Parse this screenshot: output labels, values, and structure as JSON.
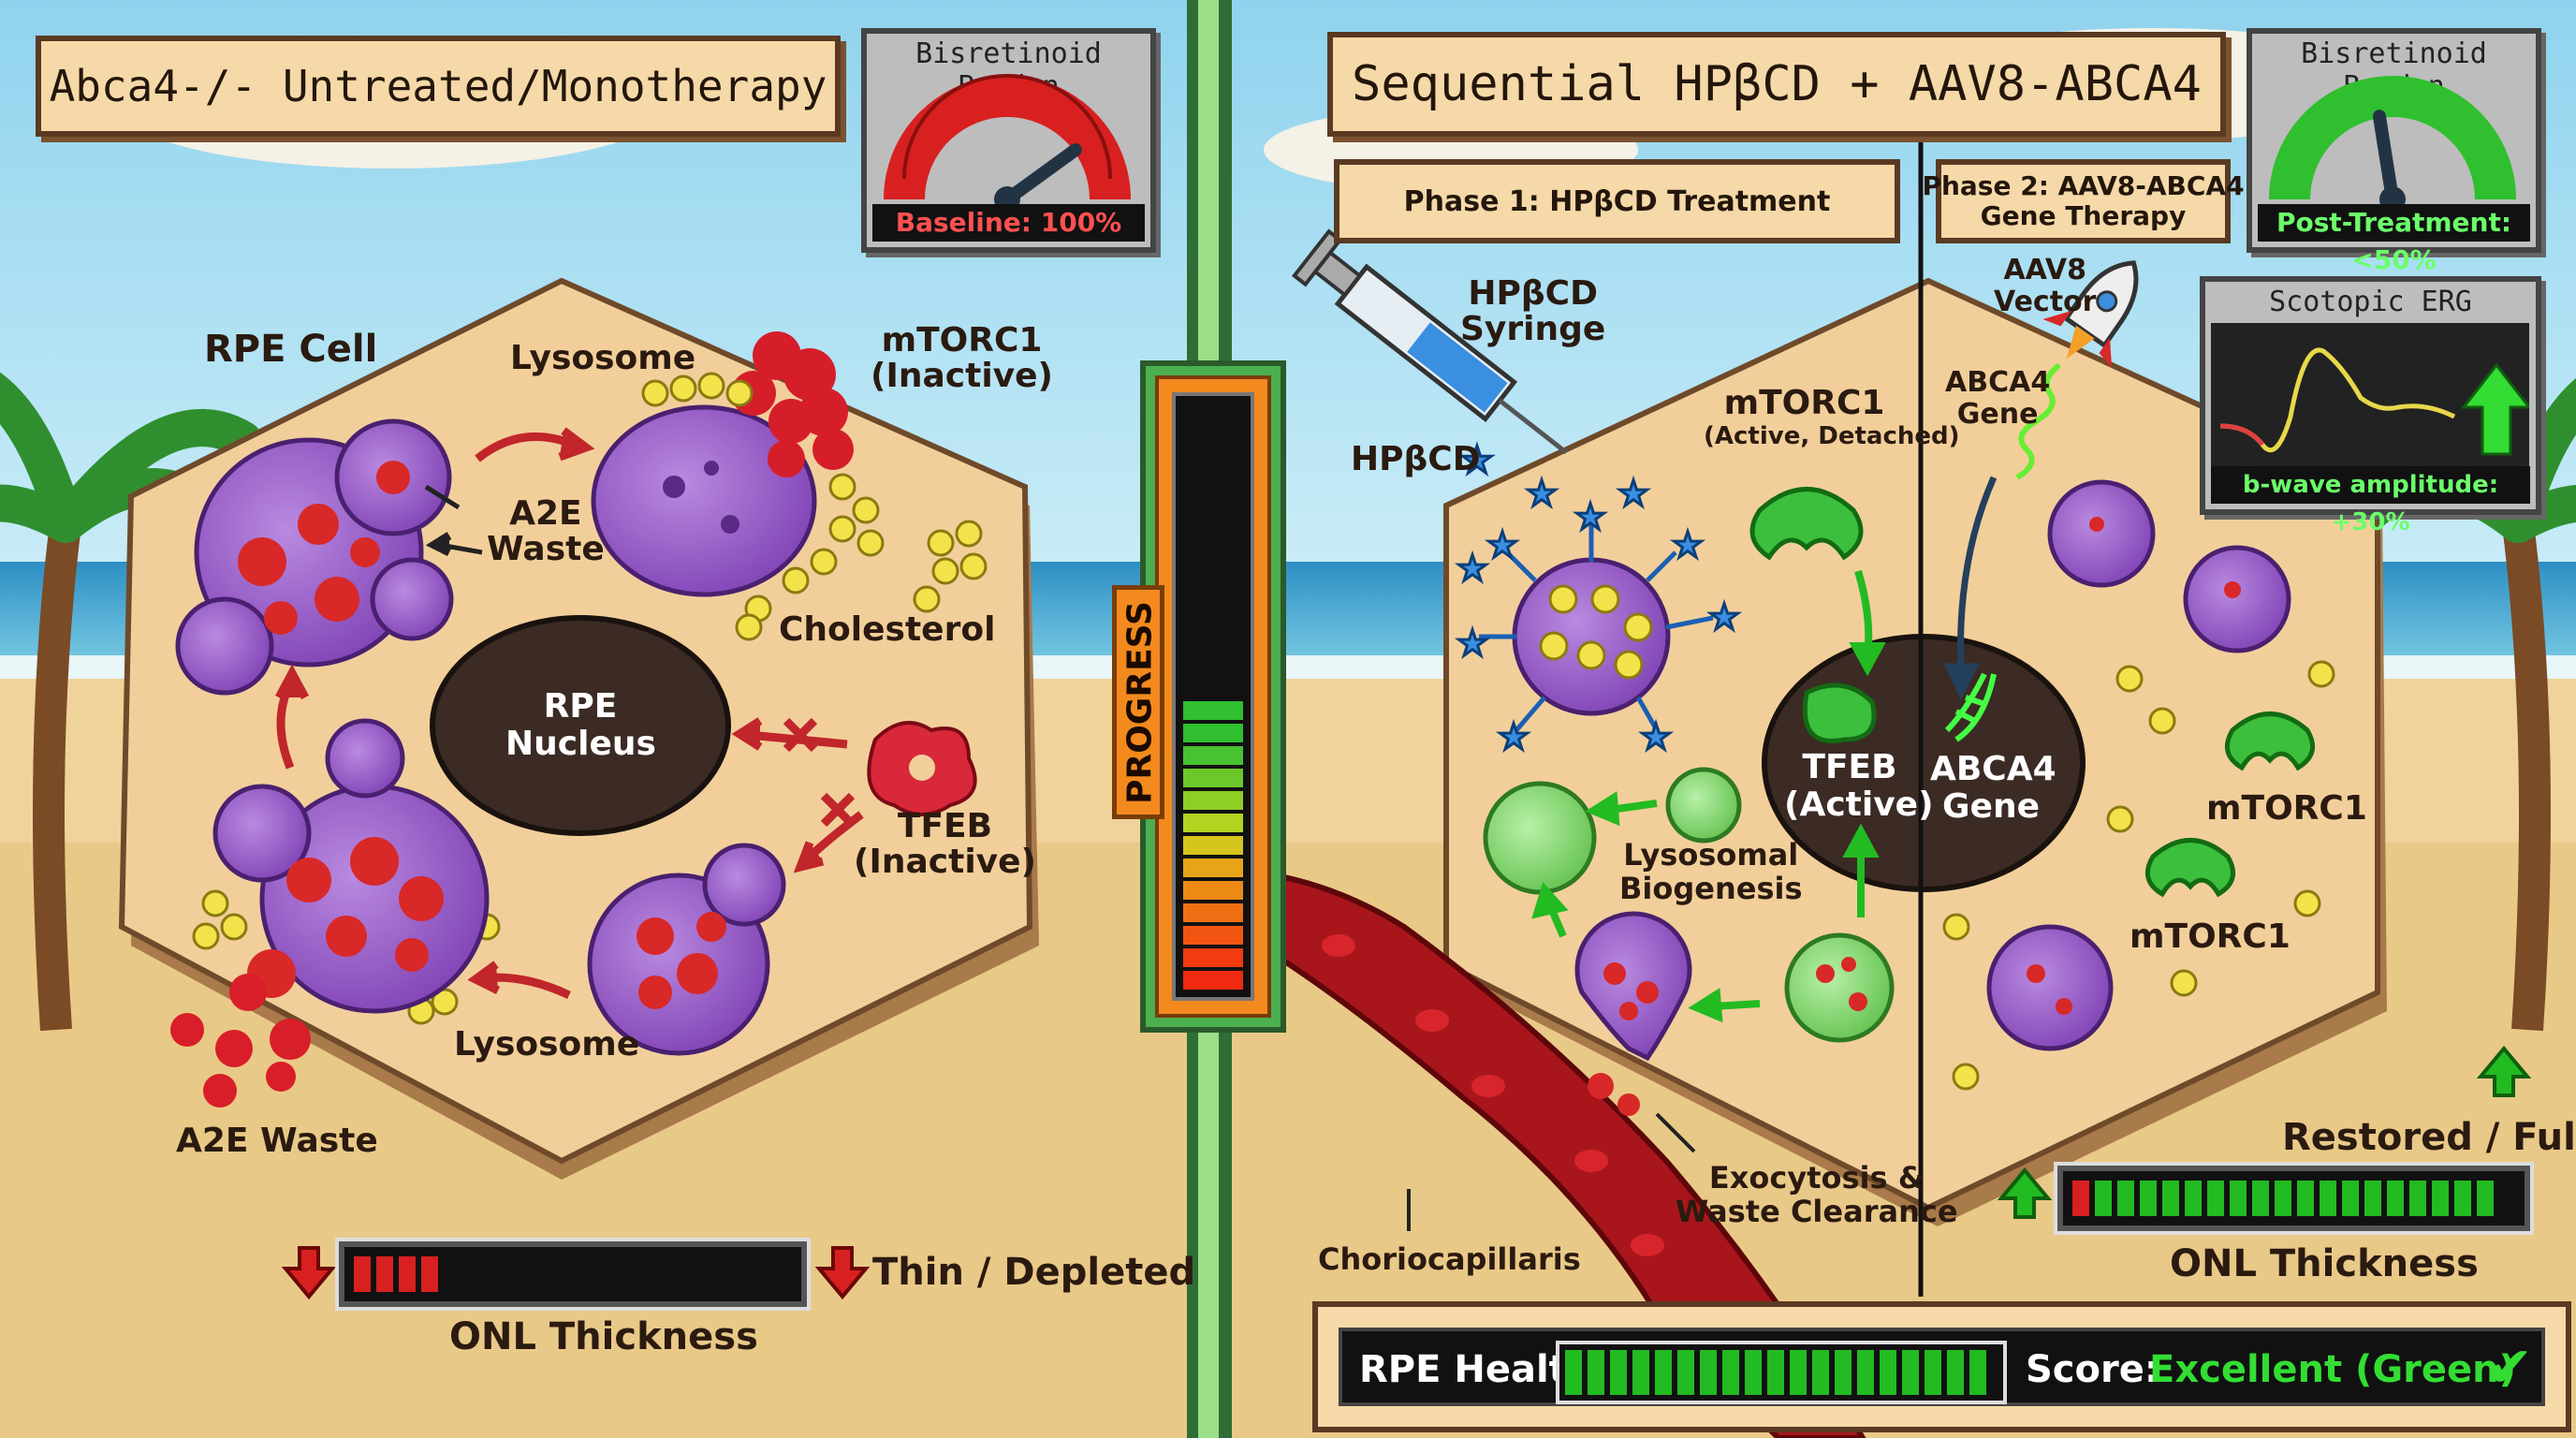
{
  "left": {
    "banner": "Abca4-/- Untreated/Monotherapy",
    "gauge": {
      "title": "Bisretinoid Burden",
      "readout": "Baseline: 100%",
      "level": 1.0
    },
    "labels": {
      "rpe_cell": "RPE Cell",
      "lysosome_top": "Lysosome",
      "mtorc1": "mTORC1\n(Inactive)",
      "a2e_waste_inner": "A2E\nWaste",
      "cholesterol": "Cholesterol",
      "nucleus": "RPE\nNucleus",
      "tfeb": "TFEB\n(Inactive)",
      "lysosome_bottom": "Lysosome",
      "a2e_waste_outer": "A2E Waste"
    },
    "onl": {
      "label": "ONL Thickness",
      "status": "Thin / Depleted",
      "fill": 0.18
    }
  },
  "progress": {
    "label": "PROGRESS",
    "fill": 0.6
  },
  "right": {
    "banner": "Sequential HPβCD + AAV8-ABCA4",
    "phase1": "Phase 1: HPβCD Treatment",
    "phase2": "Phase 2: AAV8-ABCA4\nGene Therapy",
    "gauge": {
      "title": "Bisretinoid Burden",
      "readout": "Post-Treatment: <50%",
      "level": 0.45
    },
    "erg": {
      "title": "Scotopic ERG",
      "readout": "b-wave amplitude: +30%"
    },
    "labels": {
      "syringe": "HPβCD\nSyringe",
      "hpbcd": "HPβCD",
      "mtorc1_active": "mTORC1",
      "mtorc1_active_sub": "(Active, Detached)",
      "aav8": "AAV8\nVector",
      "abca4_gene": "ABCA4\nGene",
      "tfeb_active": "TFEB\n(Active)",
      "abca4_nucleus": "ABCA4\nGene",
      "lyso_bio": "Lysosomal\nBiogenesis",
      "mtorc1_a": "mTORC1",
      "mtorc1_b": "mTORC1",
      "exocytosis": "Exocytosis &\nWaste Clearance",
      "chorio": "Choriocapillaris"
    },
    "onl": {
      "label": "ONL Thickness",
      "status": "Restored / Full",
      "fill": 0.95
    },
    "health": {
      "label": "RPE Health",
      "score_label": "Score:",
      "score_value": "Excellent (Green)",
      "fill": 1.0
    }
  },
  "colors": {
    "green": "#22bb22",
    "red": "#d82020",
    "tan": "#f6d9a8",
    "lysosome": "#9b59c9"
  }
}
